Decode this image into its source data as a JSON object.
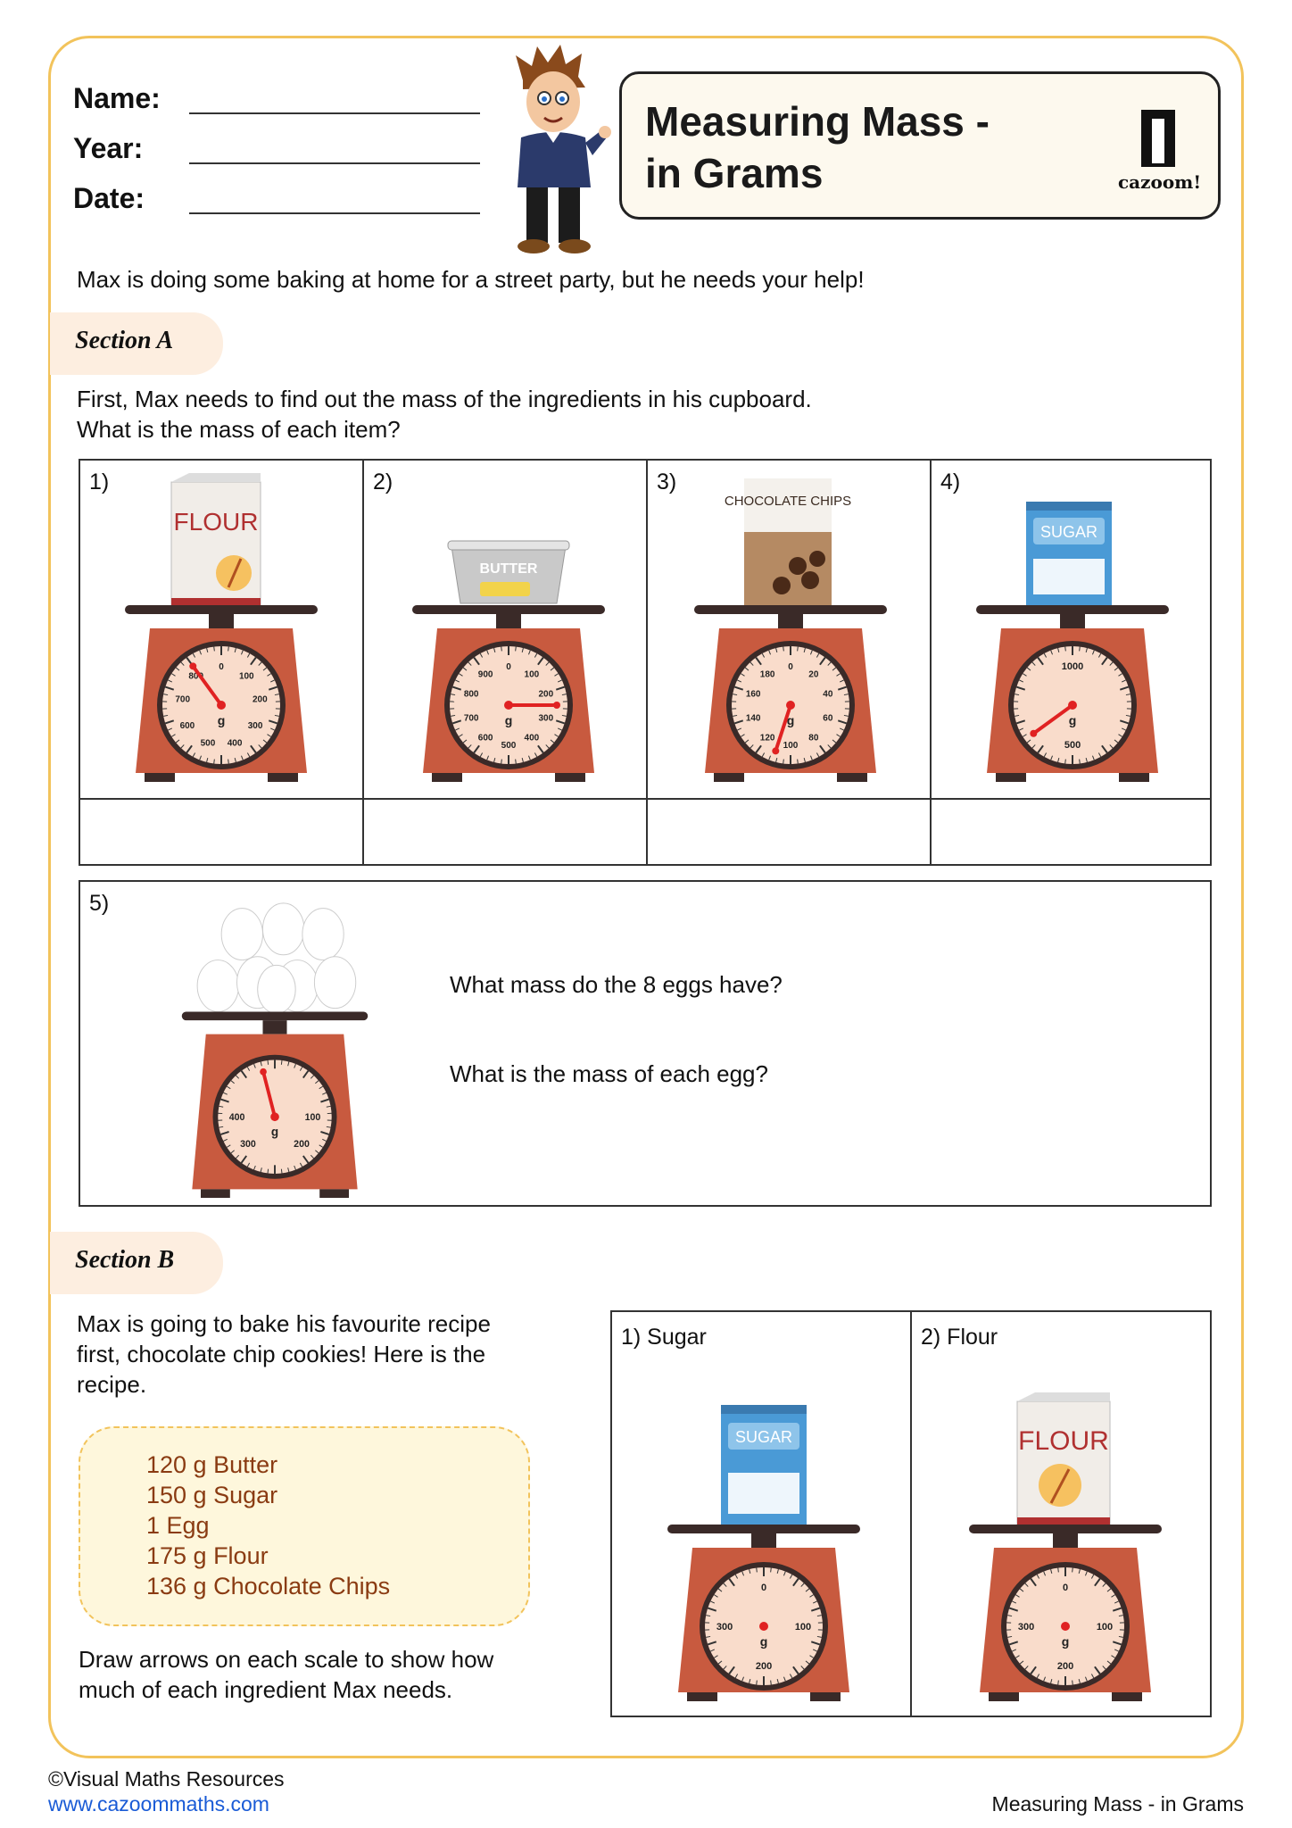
{
  "header": {
    "name_label": "Name:",
    "year_label": "Year:",
    "date_label": "Date:",
    "title_line1": "Measuring Mass -",
    "title_line2": "in Grams",
    "logo_text": "cazoom!"
  },
  "intro": "Max is doing some baking at home for a street party, but he needs your help!",
  "section_a": {
    "tab": "Section A",
    "instruction_line1": "First, Max needs to find out the mass of  the ingredients in his cupboard.",
    "instruction_line2": "What is the mass of  each item?",
    "items": [
      {
        "num": "1)",
        "item": "FLOUR",
        "labels": [
          "0",
          "100",
          "200",
          "300",
          "400",
          "500",
          "600",
          "700",
          "800"
        ],
        "needle_value": 900,
        "scale_max": 1000
      },
      {
        "num": "2)",
        "item": "BUTTER",
        "labels": [
          "0",
          "100",
          "200",
          "300",
          "400",
          "500",
          "600",
          "700",
          "800",
          "900"
        ],
        "needle_value": 250,
        "scale_max": 1000
      },
      {
        "num": "3)",
        "item": "CHOCOLATE CHIPS",
        "labels": [
          "0",
          "20",
          "40",
          "60",
          "80",
          "100",
          "120",
          "140",
          "160",
          "180"
        ],
        "needle_value": 110,
        "scale_max": 200
      },
      {
        "num": "4)",
        "item": "SUGAR",
        "labels": [
          "1000",
          "500"
        ],
        "needle_value": 1300,
        "scale_max": 2000
      }
    ],
    "q5": {
      "num": "5)",
      "labels": [
        "400",
        "100",
        "300",
        "200"
      ],
      "needle_value": 480,
      "scale_max": 500,
      "question1": "What mass do the 8 eggs have?",
      "question2": "What is the mass of  each egg?"
    },
    "unit": "g"
  },
  "section_b": {
    "tab": "Section B",
    "text_line1": "Max is going to bake his favourite recipe",
    "text_line2": "first, chocolate chip cookies! Here is the",
    "text_line3": "recipe.",
    "recipe": [
      "120 g Butter",
      "150 g Sugar",
      "1 Egg",
      "175 g Flour",
      "136 g Chocolate Chips"
    ],
    "draw_line1": "Draw arrows on each scale to show how",
    "draw_line2": "much of each ingredient Max needs.",
    "scales": [
      {
        "label": "1)  Sugar",
        "item": "SUGAR",
        "labels": [
          "0",
          "100",
          "200",
          "300"
        ]
      },
      {
        "label": "2)  Flour",
        "item": "FLOUR",
        "labels": [
          "0",
          "100",
          "200",
          "300"
        ]
      }
    ]
  },
  "footer": {
    "copyright": "©Visual Maths Resources",
    "url": "www.cazoommaths.com",
    "page_title": "Measuring Mass - in Grams"
  },
  "colors": {
    "frame": "#f2c35b",
    "scale_body": "#c85a3f",
    "dial": "#f9dccb",
    "needle": "#e02222"
  }
}
